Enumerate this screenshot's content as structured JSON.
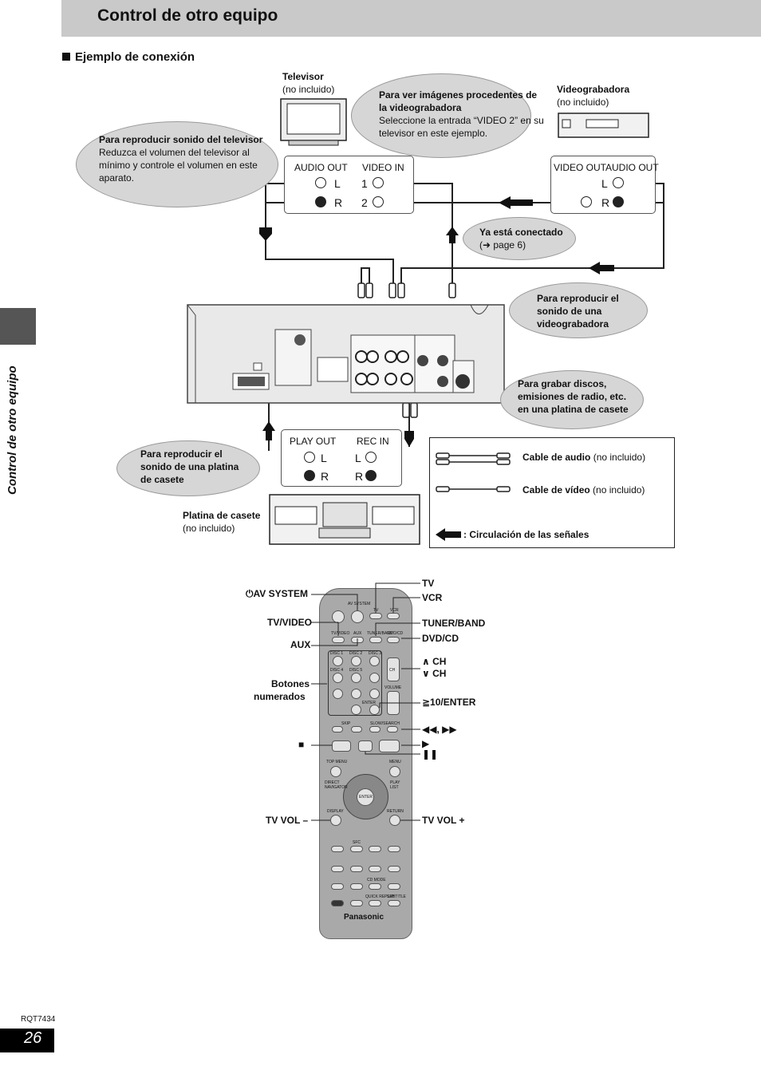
{
  "page": {
    "title": "Control de otro equipo",
    "side_label": "Control de otro equipo",
    "section_heading": "Ejemplo de conexión",
    "doc_code": "RQT7434",
    "page_number": "26"
  },
  "devices": {
    "tv_title": "Televisor",
    "tv_note": "(no incluido)",
    "vcr_title": "Videograbadora",
    "vcr_note": "(no incluido)",
    "cassette_title": "Platina de casete",
    "cassette_note": "(no incluido)"
  },
  "bubbles": {
    "tv_sound_title": "Para reproducir sonido del televisor",
    "tv_sound_text": "Reduzca el volumen del televisor al mínimo y controle el volumen en este aparato.",
    "vcr_images_title": "Para ver imágenes procedentes de la videograbadora",
    "vcr_images_text": "Seleccione la entrada “VIDEO 2” en su televisor en este ejemplo.",
    "already_title": "Ya está conectado",
    "already_ref": "(➜ page 6)",
    "vcr_sound": "Para reproducir el sonido de una videograbadora",
    "record": "Para grabar discos, emisiones de radio, etc. en una platina de casete",
    "cassette_sound": "Para reproducir el sonido de una platina de casete"
  },
  "panels": {
    "tv_audio_out": "AUDIO OUT",
    "tv_video_in": "VIDEO IN",
    "vcr_video_out": "VIDEO OUT",
    "vcr_audio_out": "AUDIO OUT",
    "play_out": "PLAY OUT",
    "rec_in": "REC IN",
    "L": "L",
    "R": "R",
    "one": "1",
    "two": "2"
  },
  "legend": {
    "audio_bold": "Cable de audio",
    "audio_note": "(no incluido)",
    "video_bold": "Cable de vídeo",
    "video_note": "(no incluido)",
    "signal": ": Circulación de las señales"
  },
  "remote": {
    "brand": "Panasonic",
    "left_labels": {
      "av_system": "AV SYSTEM",
      "tv_video": "TV/VIDEO",
      "aux": "AUX",
      "numbered_1": "Botones",
      "numbered_2": "numerados",
      "stop": "■",
      "tv_vol_minus": "TV VOL –"
    },
    "right_labels": {
      "tv": "TV",
      "vcr": "VCR",
      "tuner_band": "TUNER/BAND",
      "dvd_cd": "DVD/CD",
      "ch_up": "∧ CH",
      "ch_down": "∨ CH",
      "ten_enter": "≧10/ENTER",
      "skip": "◀◀, ▶▶",
      "play": "▶",
      "pause": "❚❚",
      "tv_vol_plus": "TV VOL +"
    },
    "tiny": {
      "av_system": "AV SYSTEM",
      "tv": "TV",
      "vcr": "VCR",
      "tv_video": "TV/VIDEO",
      "aux": "AUX",
      "tuner_band": "TUNER/BAND",
      "dvd_cd": "DVD/CD",
      "disc1": "DISC 1",
      "disc2": "DISC 2",
      "disc3": "DISC 3",
      "disc4": "DISC 4",
      "disc5": "DISC 5",
      "volume": "VOLUME",
      "ch": "CH",
      "enter": "ENTER",
      "skip": "SKIP",
      "slow_search": "SLOW/SEARCH",
      "top_menu": "TOP MENU",
      "menu": "MENU",
      "direct_navigator": "DIRECT NAVIGATOR",
      "play_list": "PLAY LIST",
      "display": "DISPLAY",
      "return": "RETURN",
      "center_enter": "ENTER",
      "sfc": "SFC",
      "cd_mode": "CD MODE",
      "subtitle": "SUBTITLE",
      "quick_replay": "QUICK REPLAY"
    }
  }
}
